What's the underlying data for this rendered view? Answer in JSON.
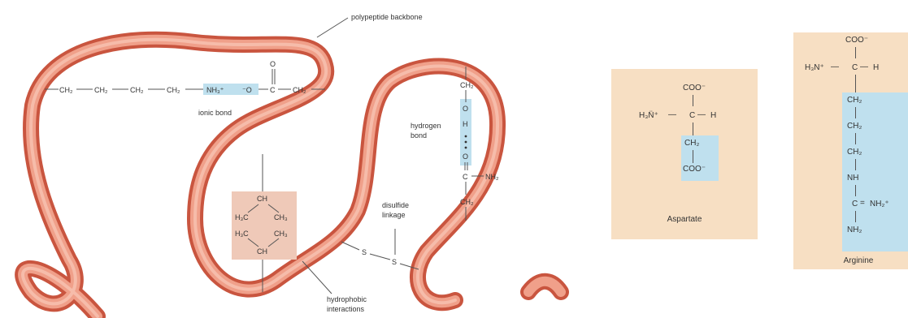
{
  "labels": {
    "backbone": "polypeptide backbone",
    "ionic": "ionic bond",
    "hydrogen_line1": "hydrogen",
    "hydrogen_line2": "bond",
    "disulfide_line1": "disulfide",
    "disulfide_line2": "linkage",
    "hydrophobic_line1": "hydrophobic",
    "hydrophobic_line2": "interactions"
  },
  "ionic_chain": {
    "ch2_a": "CH₂",
    "ch2_b": "CH₂",
    "ch2_c": "CH₂",
    "ch2_d": "CH₂",
    "nh3": "NH₃⁺",
    "o_minus": "⁻O",
    "c": "C",
    "o_top": "O",
    "ch2_e": "CH₂"
  },
  "hydrogen_chain": {
    "ch2_top": "CH₂",
    "o1": "O",
    "h": "H",
    "o2": "O",
    "c": "C",
    "nh2": "NH₂",
    "ch2_bottom": "CH₂"
  },
  "hydrophobic": {
    "ch_top": "CH",
    "h3c_1": "H₃C",
    "ch3_1": "CH₃",
    "h3c_2": "H₃C",
    "ch3_2": "CH₃",
    "ch_bottom": "CH"
  },
  "disulfide": {
    "s1": "S",
    "s2": "S"
  },
  "aspartate": {
    "name": "Aspartate",
    "coo_top": "COO⁻",
    "h3n": "H₃N̈⁺",
    "c": "C",
    "h": "H",
    "ch2": "CH₂",
    "coo_side": "COO⁻"
  },
  "arginine": {
    "name": "Arginine",
    "coo_top": "COO⁻",
    "h3n": "H₃N⁺",
    "c": "C",
    "h": "H",
    "ch2_1": "CH₂",
    "ch2_2": "CH₂",
    "ch2_3": "CH₂",
    "nh": "NH",
    "c_eq": "C",
    "nh2_plus": "NH₂⁺",
    "nh2": "NH₂"
  },
  "colors": {
    "backbone_outer": "#d8654f",
    "backbone_inner": "#f2a58f",
    "highlight_blue": "#bfe0ee",
    "highlight_tan": "#efc9b8",
    "card_bg": "#f7dfc3"
  }
}
